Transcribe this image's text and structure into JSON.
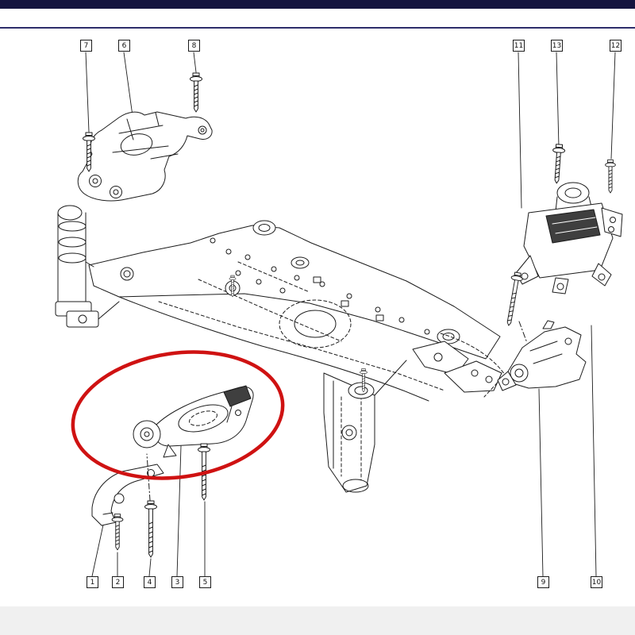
{
  "colors": {
    "top_bar": "#15153f",
    "divider": "#2d2d6b",
    "background": "#ffffff",
    "page_edge": "#f0f0f0",
    "line_art": "#1c1c1c",
    "highlight": "#cf1212",
    "callout_border": "#1c1c1c",
    "callout_text": "#111111"
  },
  "callouts": [
    {
      "label": "7"
    },
    {
      "label": "6"
    },
    {
      "label": "8"
    },
    {
      "label": "11"
    },
    {
      "label": "13"
    },
    {
      "label": "12"
    },
    {
      "label": "1"
    },
    {
      "label": "2"
    },
    {
      "label": "4"
    },
    {
      "label": "3"
    },
    {
      "label": "5"
    },
    {
      "label": "9"
    },
    {
      "label": "10"
    }
  ]
}
